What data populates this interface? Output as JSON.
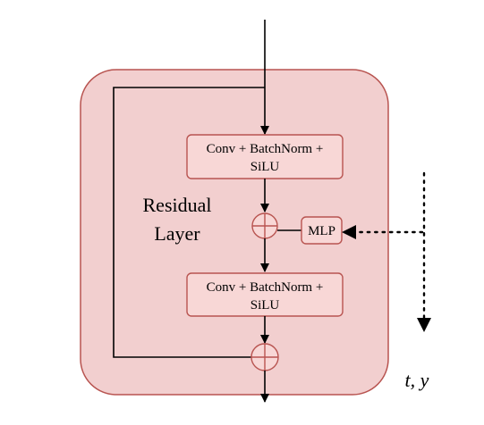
{
  "block": {
    "label_line1": "Residual",
    "label_line2": "Layer",
    "fill_color": "#f2cfcf",
    "stroke_color": "#b85450"
  },
  "nodes": {
    "conv1": {
      "line1": "Conv + BatchNorm +",
      "line2": "SiLU"
    },
    "conv2": {
      "line1": "Conv + BatchNorm +",
      "line2": "SiLU"
    },
    "mlp": {
      "label": "MLP"
    }
  },
  "conditioning": {
    "label": "t, y"
  },
  "connectors": {
    "main_flow": "solid-arrow",
    "skip_connection": "solid-line",
    "conditioning_flow": "dotted-arrow"
  },
  "icons": {
    "add_op_1": "circle-plus-icon",
    "add_op_2": "circle-plus-icon"
  }
}
